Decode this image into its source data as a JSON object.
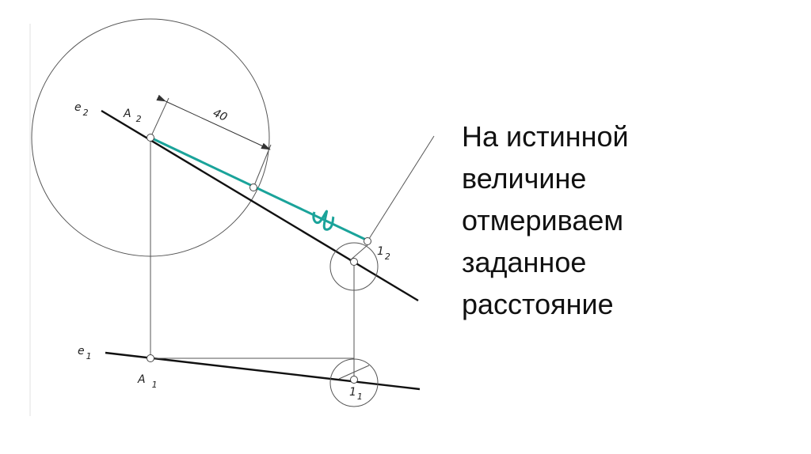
{
  "diagram": {
    "label_e2": "e",
    "label_e2_sub": "2",
    "label_A2": "A",
    "label_A2_sub": "2",
    "label_e1": "e",
    "label_e1_sub": "1",
    "label_A1": "A",
    "label_A1_sub": "1",
    "label_1_2": "1",
    "label_1_2_sub": "2",
    "label_1_1": "1",
    "label_1_1_sub": "1",
    "dimension": "40",
    "accent_color": "#1aa39a"
  },
  "caption": {
    "lines": [
      "На истинной",
      "величине",
      "отмериваем",
      "заданное",
      "расстояние"
    ]
  }
}
